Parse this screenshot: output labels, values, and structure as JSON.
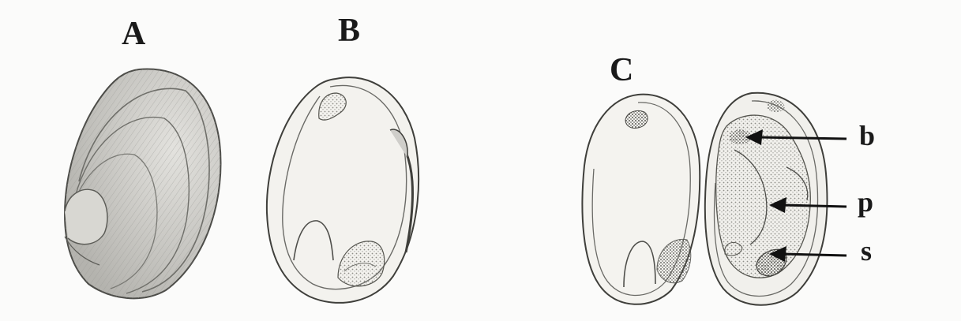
{
  "panels": {
    "a": {
      "label": "A"
    },
    "b": {
      "label": "B"
    },
    "c": {
      "label": "C"
    }
  },
  "parts": {
    "b": {
      "label": "b"
    },
    "p": {
      "label": "p"
    },
    "s": {
      "label": "s"
    }
  },
  "colors": {
    "ink": "#1a1a1a",
    "shell_shade": "#b9b9b5",
    "background": "#fbfbfa"
  }
}
